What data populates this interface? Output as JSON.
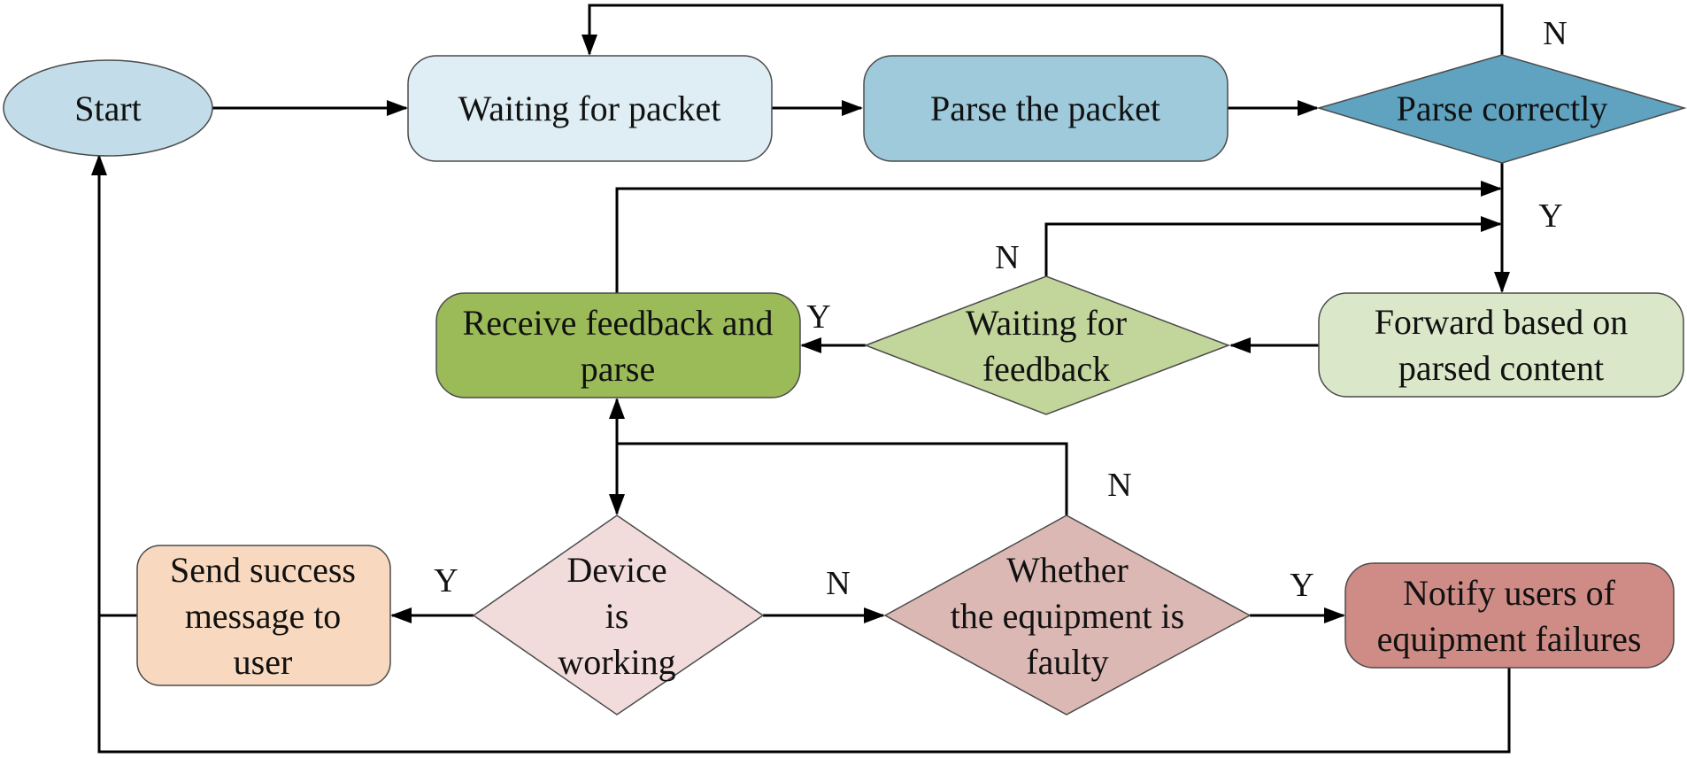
{
  "nodes": {
    "start": {
      "lines": [
        "Start"
      ],
      "color": "#c2dde9"
    },
    "wait_packet": {
      "lines": [
        "Waiting for packet"
      ],
      "color": "#dfeef4"
    },
    "parse_packet": {
      "lines": [
        "Parse the packet"
      ],
      "color": "#9fcadb"
    },
    "parse_correctly": {
      "lines": [
        "Parse correctly"
      ],
      "color": "#5fa3c0"
    },
    "forward": {
      "lines": [
        "Forward based on",
        "parsed content"
      ],
      "color": "#dbe7c9"
    },
    "wait_feedback": {
      "lines": [
        "Waiting for",
        "feedback"
      ],
      "color": "#c2d69b"
    },
    "receive_feedback": {
      "lines": [
        "Receive feedback and",
        "parse"
      ],
      "color": "#9bbb59"
    },
    "device_working": {
      "lines": [
        "Device",
        "is",
        "working"
      ],
      "color": "#f1dcdb"
    },
    "send_success": {
      "lines": [
        "Send success",
        "message to",
        "user"
      ],
      "color": "#f8d9bf"
    },
    "equipment_faulty": {
      "lines": [
        "Whether",
        "the equipment is",
        "faulty"
      ],
      "color": "#dcb8b4"
    },
    "notify_failure": {
      "lines": [
        "Notify users of",
        "equipment failures"
      ],
      "color": "#cf8c86"
    }
  },
  "labels": {
    "parse_no": "N",
    "parse_yes": "Y",
    "feedback_no": "N",
    "feedback_yes": "Y",
    "faulty_no": "N",
    "working_yes": "Y",
    "working_no": "N",
    "faulty_yes": "Y"
  }
}
